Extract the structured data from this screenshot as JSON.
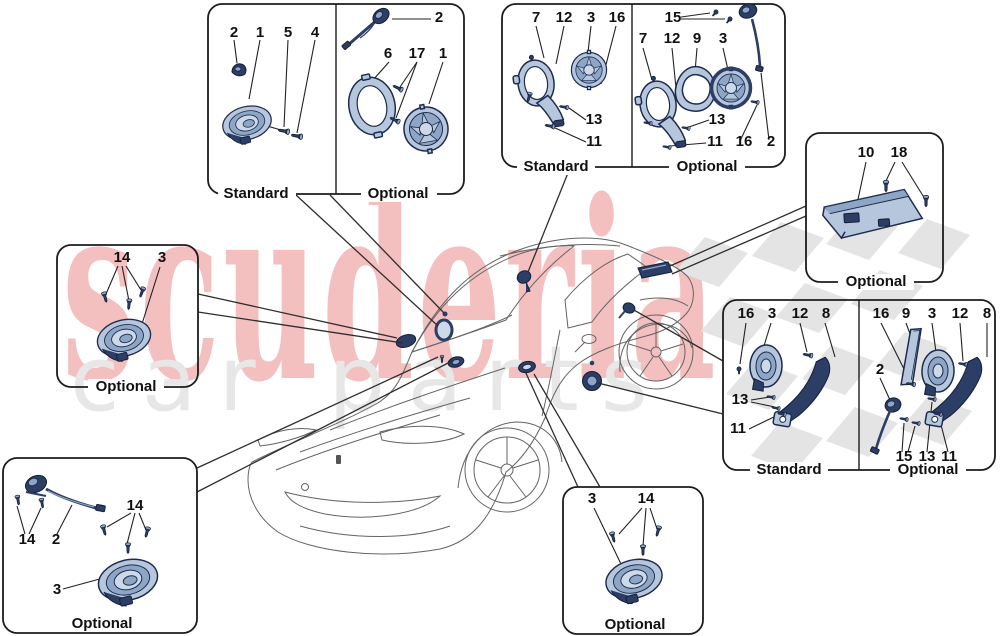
{
  "watermark": {
    "primary": "scuderia",
    "secondary": "car parts"
  },
  "colors": {
    "part_fill": "#b6c7dd",
    "part_shade": "#8ea6c6",
    "part_dark": "#2c3e66",
    "outline": "#1d2c4e",
    "watermark_pink": "#f3bfbf",
    "watermark_gray": "#e7e7e7",
    "checker_gray": "#e4e4e4",
    "diagram_line": "#222222"
  },
  "panels": {
    "top_left": {
      "standard": {
        "label": "Standard",
        "callouts": [
          "2",
          "1",
          "5",
          "4"
        ]
      },
      "optional": {
        "label": "Optional",
        "callouts": [
          "2",
          "6",
          "17",
          "1"
        ]
      }
    },
    "top_center": {
      "standard": {
        "label": "Standard",
        "callouts": [
          "7",
          "12",
          "3",
          "16",
          "13",
          "11"
        ]
      },
      "optional": {
        "label": "Optional",
        "callouts": [
          "15",
          "7",
          "12",
          "9",
          "3",
          "13",
          "11",
          "16",
          "2"
        ]
      }
    },
    "amplifier": {
      "label": "Optional",
      "callouts": [
        "10",
        "18"
      ]
    },
    "right": {
      "standard": {
        "label": "Standard",
        "callouts": [
          "16",
          "3",
          "12",
          "8",
          "13",
          "11"
        ]
      },
      "optional": {
        "label": "Optional",
        "callouts": [
          "16",
          "9",
          "3",
          "12",
          "8",
          "2",
          "15",
          "13",
          "11"
        ]
      }
    },
    "left": {
      "label": "Optional",
      "callouts": [
        "14",
        "3"
      ]
    },
    "bottom_left": {
      "label": "Optional",
      "callouts": [
        "14",
        "2",
        "14",
        "3"
      ]
    },
    "bottom_center": {
      "label": "Optional",
      "callouts": [
        "3",
        "14"
      ]
    }
  }
}
